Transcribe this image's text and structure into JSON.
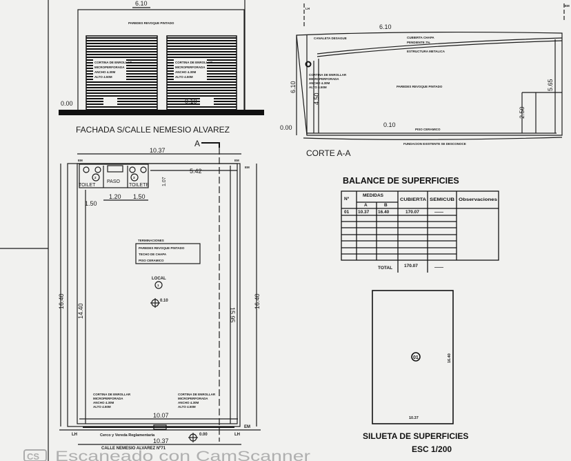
{
  "facade": {
    "title": "FACHADA S/CALLE NEMESIO ALVAREZ",
    "height_level": "6.10",
    "walls_note": "PAREDES REVOQUE PINTADO",
    "level_ground": "0.00",
    "level_floor": "0.10",
    "shutter_note": [
      "CORTINA DE ENROLLAR",
      "MICROPERFORADA",
      "ANCHO 4.30M",
      "ALTO 4.50M"
    ]
  },
  "section": {
    "title": "CORTE A-A",
    "top_level": "6.10",
    "gutter": "CANALETA DESAGUE",
    "roof": [
      "CUBIERTA CHAPA",
      "PENDIENTE 7%"
    ],
    "structure": "ESTRUCTURA METALICA",
    "walls": "PAREDES REVOQUE PINTADO",
    "shutter_note": [
      "CORTINA DE ENROLLAR",
      "MICROPERFORADA",
      "ANCHO 4.30M",
      "ALTO 4.50M"
    ],
    "dim_height": "6.10",
    "dim_door": "4.50",
    "dim_right": "5.65",
    "dim_toilet": "2.50",
    "level_ground": "0.00",
    "level_floor": "0.10",
    "floor": "PISO CERAMICO",
    "foundation": "FUNDACION EXISTENTE SE DESCONOCE",
    "lh": "LH",
    "em": "EM"
  },
  "plan": {
    "section_mark": "A",
    "width_top": "10.37",
    "width_inner_bottom": "10.07",
    "width_bottom": "10.37",
    "depth_left": "16.40",
    "depth_right": "16.40",
    "depth_inner": "14.40",
    "depth_axis": "15.95",
    "dim_542": "5.42",
    "dim_107": "1.07",
    "dim_120": "1.20",
    "dim_150a": "1.50",
    "dim_150b": "1.50",
    "em": "EM",
    "lh": "LH",
    "rooms": {
      "toilet_left": "TOILET",
      "paso": "PASO",
      "toilet_right": "TOILETE",
      "n2": "2",
      "n3": "3"
    },
    "finishes_title": "TERMINACIONES",
    "finishes": [
      "PAREDES REVOQUE PINTADO",
      "TECHO DE CHAPA",
      "PISO CERAMICO"
    ],
    "local_label": "LOCAL",
    "local_number": "1",
    "level_local": "0.10",
    "shutter_note": [
      "CORTINA DE ENROLLAR",
      "MICROPERFORADA",
      "ANCHO 4.30M",
      "ALTO 4.50M"
    ],
    "sidewalk": "Cerco y Vereda Reglamentaria",
    "level_sidewalk": "0.00",
    "street": "CALLE NEMESIO ALVAREZ Nº71"
  },
  "balance": {
    "title": "BALANCE DE SUPERFICIES",
    "headers": {
      "n": "Nº",
      "medidas": "MEDIDAS",
      "a": "A",
      "b": "B",
      "cubierta": "CUBIERTA",
      "semi": "SEMICUB",
      "obs": "Observaciones"
    },
    "rows": [
      {
        "n": "01",
        "a": "10.37",
        "b": "16.40",
        "cubierta": "170.07",
        "semi": "——"
      }
    ],
    "total_label": "TOTAL",
    "total_cubierta": "170.07",
    "total_semi": "——"
  },
  "silhouette": {
    "title": "SILUETA DE SUPERFICIES",
    "scale": "ESC 1/200",
    "mark": "01",
    "width": "10.37",
    "depth": "16.40"
  },
  "watermark": {
    "logo": "CS",
    "text": "Escaneado con CamScanner"
  }
}
